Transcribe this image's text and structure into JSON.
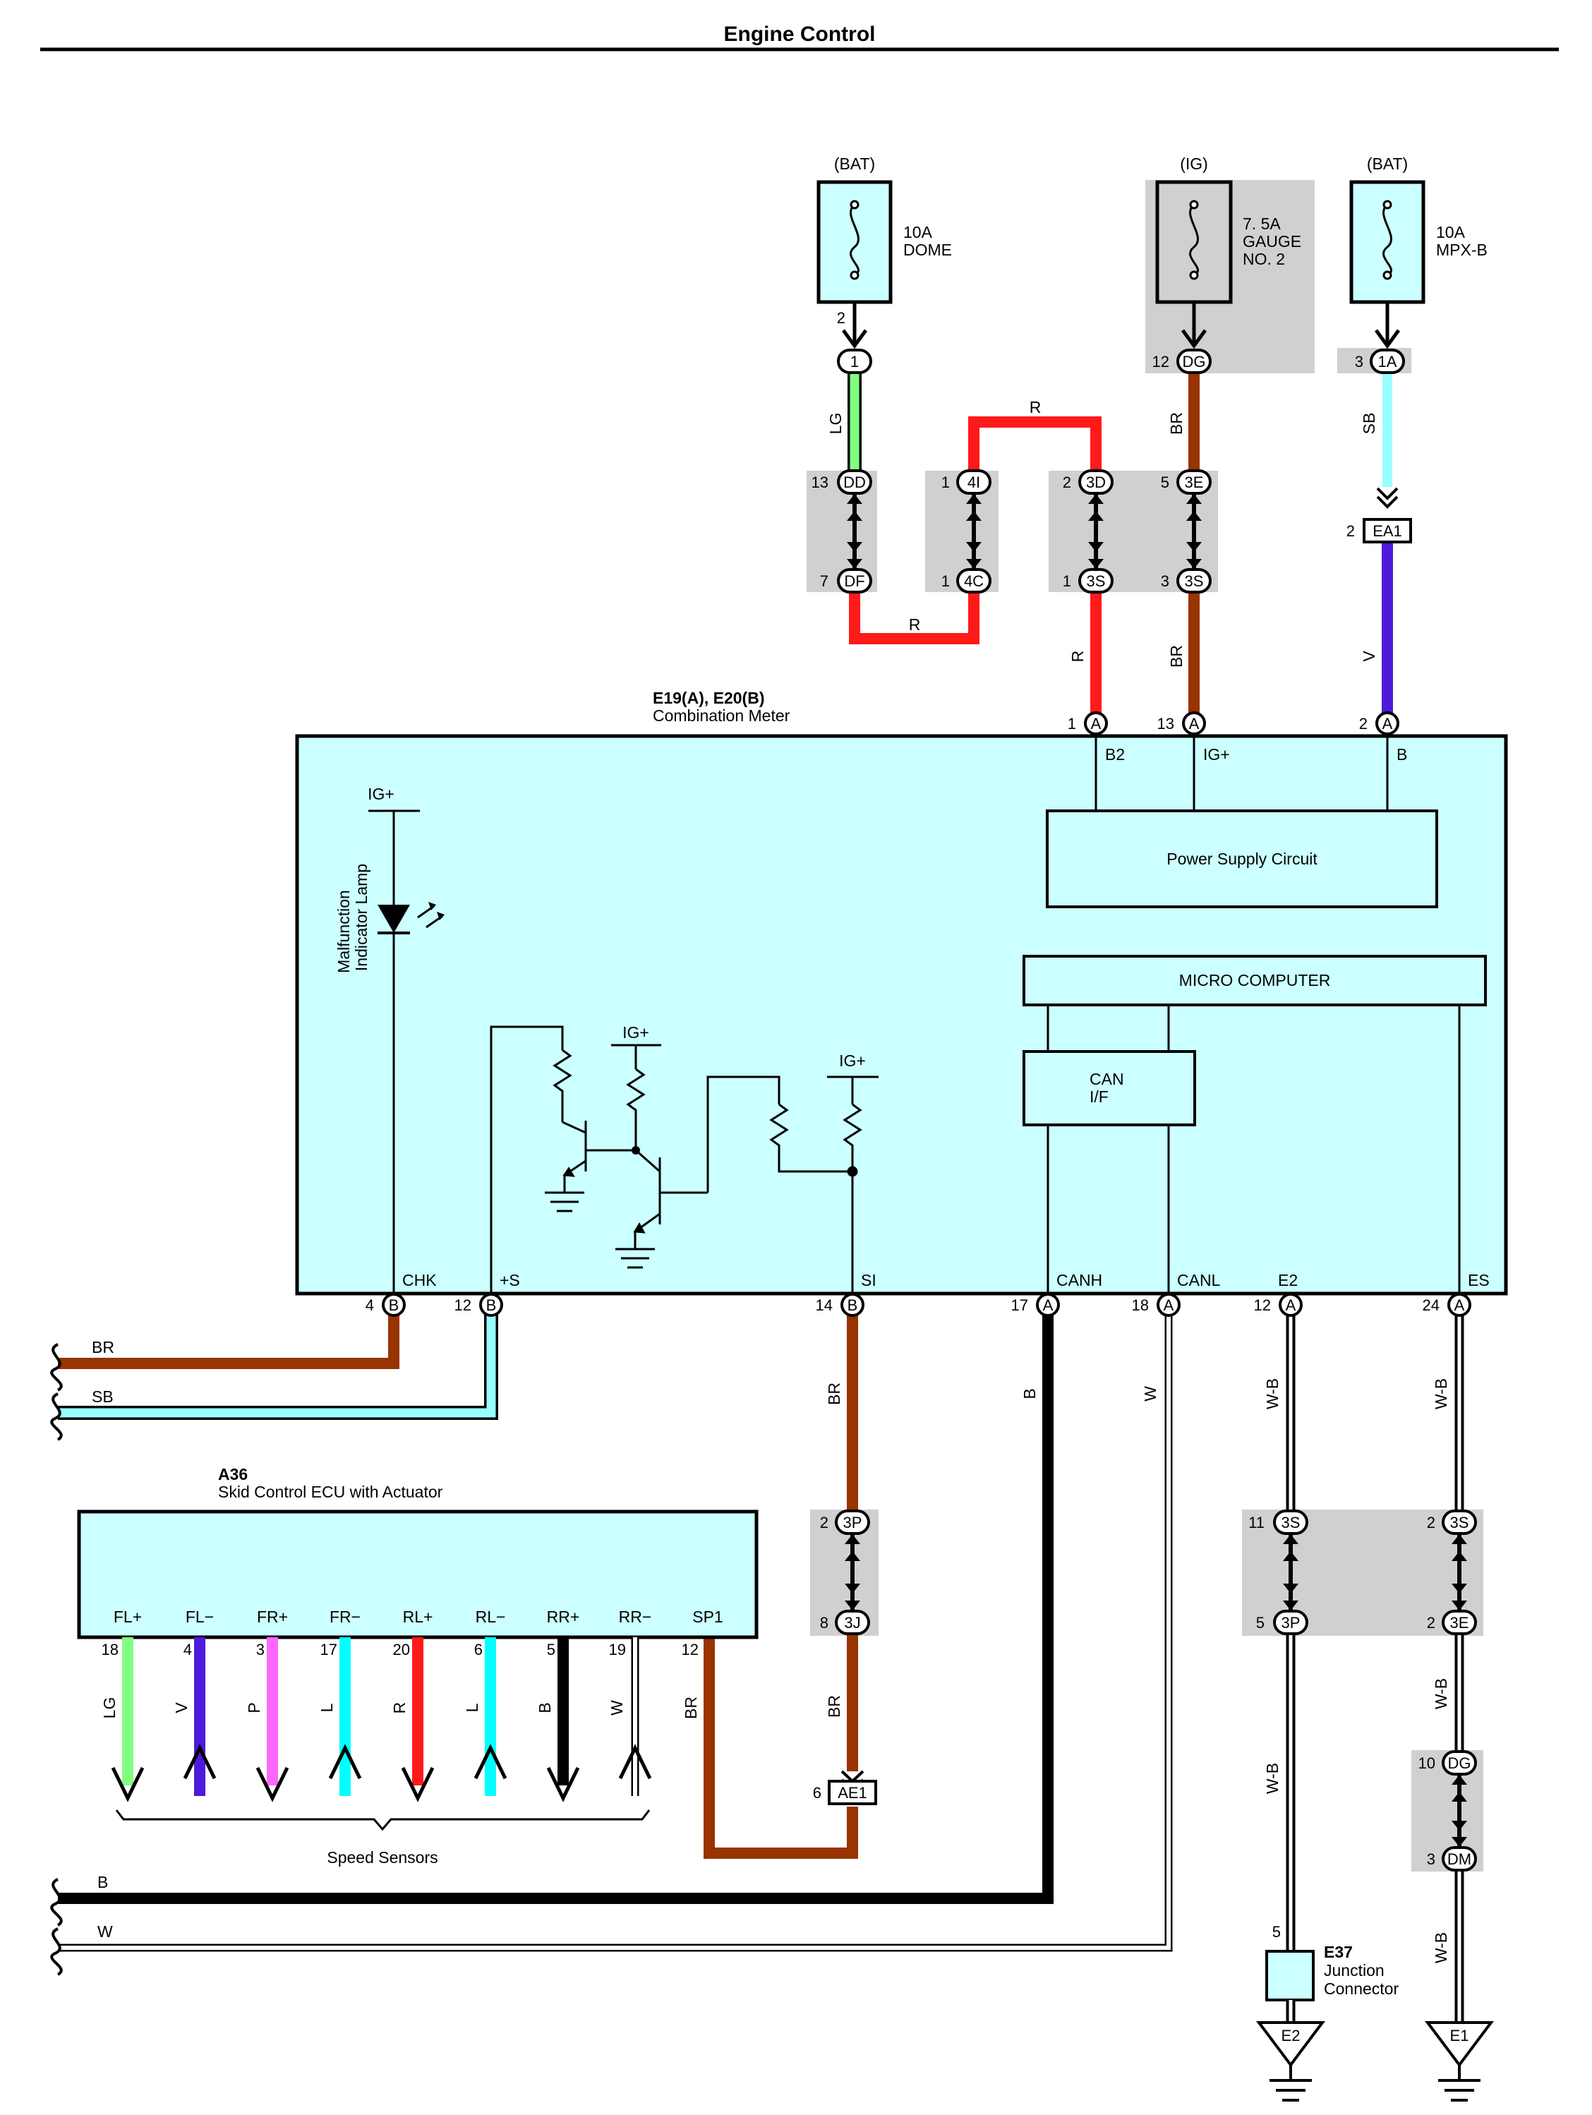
{
  "title": "Engine Control",
  "fuses": [
    {
      "source": "(BAT)",
      "rating": "10A",
      "name": "DOME",
      "pin": "2",
      "conn": "1"
    },
    {
      "source": "(IG)",
      "rating": "7. 5A",
      "name": "GAUGE",
      "name2": "NO. 2",
      "pin": "12",
      "conn": "DG"
    },
    {
      "source": "(BAT)",
      "rating": "10A",
      "name": "MPX-B",
      "pin": "3",
      "conn": "1A"
    }
  ],
  "wire_colors": {
    "LG": "#80ff80",
    "R": "#ff1a1a",
    "BR": "#993300",
    "SB": "#99ffff",
    "V": "#4d1adb",
    "B": "#000000",
    "W": "#ffffff",
    "P": "#ff66ff",
    "L": "#00ffff",
    "WB": "#ffffff"
  },
  "junctions_top": [
    {
      "pin_a": "13",
      "a": "DD",
      "pin_b": "7",
      "b": "DF"
    },
    {
      "pin_a": "1",
      "a": "4I",
      "pin_b": "1",
      "b": "4C"
    },
    {
      "pin_a": "2",
      "a": "3D",
      "pin_b": "1",
      "b": "3S"
    },
    {
      "pin_a": "5",
      "a": "3E",
      "pin_b": "3",
      "b": "3S"
    }
  ],
  "ea1": {
    "pin": "2",
    "label": "EA1"
  },
  "wires_top": {
    "lg": "LG",
    "r1": "R",
    "r2": "R",
    "r3": "R",
    "br1": "BR",
    "br2": "BR",
    "sb": "SB",
    "v": "V"
  },
  "meter": {
    "id": "E19(A), E20(B)",
    "name": "Combination Meter",
    "top_pins": [
      {
        "num": "1",
        "conn": "A",
        "term": "B2"
      },
      {
        "num": "13",
        "conn": "A",
        "term": "IG+"
      },
      {
        "num": "2",
        "conn": "A",
        "term": "B"
      }
    ],
    "power_supply": "Power Supply Circuit",
    "micro": "MICRO COMPUTER",
    "can1": "CAN",
    "can2": "I/F",
    "ig1": "IG+",
    "ig2": "IG+",
    "ig3": "IG+",
    "mil1": "Malfunction",
    "mil2": "Indicator Lamp",
    "bottom_terms": [
      "CHK",
      "+S",
      "SI",
      "CANH",
      "CANL",
      "E2",
      "ES"
    ],
    "bottom_pins": [
      {
        "num": "4",
        "conn": "B"
      },
      {
        "num": "12",
        "conn": "B"
      },
      {
        "num": "14",
        "conn": "B"
      },
      {
        "num": "17",
        "conn": "A"
      },
      {
        "num": "18",
        "conn": "A"
      },
      {
        "num": "12",
        "conn": "A"
      },
      {
        "num": "24",
        "conn": "A"
      }
    ]
  },
  "left_wires": {
    "br": "BR",
    "sb": "SB",
    "b": "B",
    "w": "W"
  },
  "mid_wires": {
    "br1": "BR",
    "b": "B",
    "w": "W",
    "wb1": "W-B",
    "wb2": "W-B",
    "br2": "BR",
    "wb3": "W-B",
    "wb4": "W-B",
    "wb5": "W-B"
  },
  "junctions_mid": [
    {
      "pin_a": "2",
      "a": "3P",
      "pin_b": "8",
      "b": "3J"
    },
    {
      "pin_a": "11",
      "a": "3S",
      "pin_b": "5",
      "b": "3P"
    },
    {
      "pin_a": "2",
      "a": "3S",
      "pin_b": "2",
      "b": "3E"
    },
    {
      "pin_a": "10",
      "a": "DG",
      "pin_b": "3",
      "b": "DM"
    }
  ],
  "ae1": {
    "pin": "6",
    "label": "AE1"
  },
  "ecu": {
    "id": "A36",
    "name": "Skid Control ECU with Actuator",
    "terms": [
      {
        "term": "FL+",
        "pin": "18",
        "wire": "LG"
      },
      {
        "term": "FL−",
        "pin": "4",
        "wire": "V"
      },
      {
        "term": "FR+",
        "pin": "3",
        "wire": "P"
      },
      {
        "term": "FR−",
        "pin": "17",
        "wire": "L"
      },
      {
        "term": "RL+",
        "pin": "20",
        "wire": "R"
      },
      {
        "term": "RL−",
        "pin": "6",
        "wire": "L"
      },
      {
        "term": "RR+",
        "pin": "5",
        "wire": "B"
      },
      {
        "term": "RR−",
        "pin": "19",
        "wire": "W"
      },
      {
        "term": "SP1",
        "pin": "12",
        "wire": "BR"
      }
    ],
    "sensors": "Speed Sensors"
  },
  "e37": {
    "pin": "5",
    "id": "E37",
    "name1": "Junction",
    "name2": "Connector"
  },
  "grounds": [
    "E2",
    "E1"
  ]
}
